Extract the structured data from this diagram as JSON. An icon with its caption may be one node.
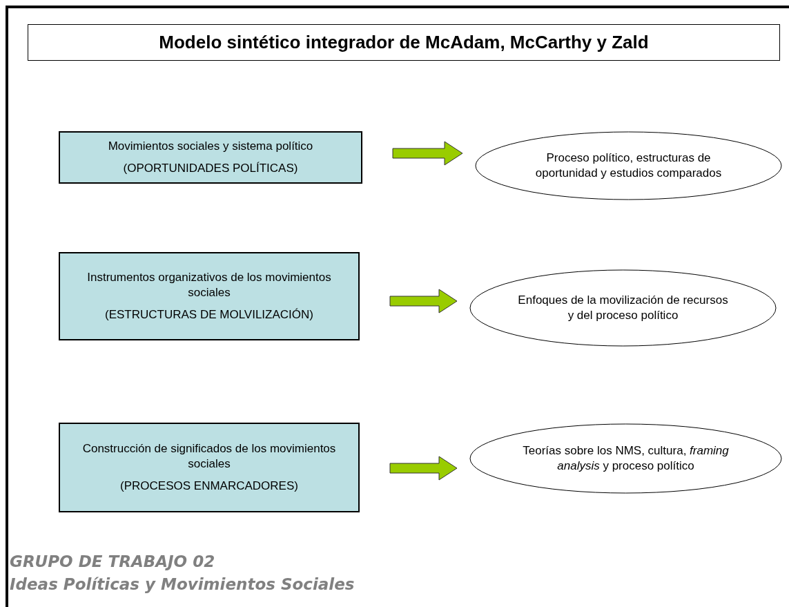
{
  "diagram": {
    "title": "Modelo sintético integrador de McAdam, McCarthy y Zald",
    "nodes": [
      {
        "text": [
          "Movimientos sociales y sistema político",
          "(OPORTUNIDADES POLÍTICAS)"
        ]
      },
      {
        "text": [
          "Proceso político, estructuras de oportunidad y estudios comparados"
        ]
      },
      {
        "text": [
          "Instrumentos organizativos de los movimientos sociales",
          "(ESTRUCTURAS DE MOLVILIZACIÓN)"
        ]
      },
      {
        "text": [
          "Enfoques de la movilización de recursos y del proceso político"
        ]
      },
      {
        "text": [
          "Construcción de significados de los movimientos sociales",
          "(PROCESOS ENMARCADORES)"
        ]
      },
      {
        "text": [
          "Teorías sobre los NMS, cultura, *framing analysis* y proceso político"
        ]
      }
    ],
    "edges": [
      {
        "from": 0,
        "to": 1,
        "arrow": "to",
        "color": "#99cc00"
      },
      {
        "from": 2,
        "to": 3,
        "arrow": "to",
        "color": "#99cc00"
      },
      {
        "from": 4,
        "to": 5,
        "arrow": "to",
        "color": "#99cc00"
      }
    ],
    "labels": [
      "GRUPO DE TRABAJO 02",
      "Ideas Políticas y Movimientos Sociales"
    ]
  }
}
